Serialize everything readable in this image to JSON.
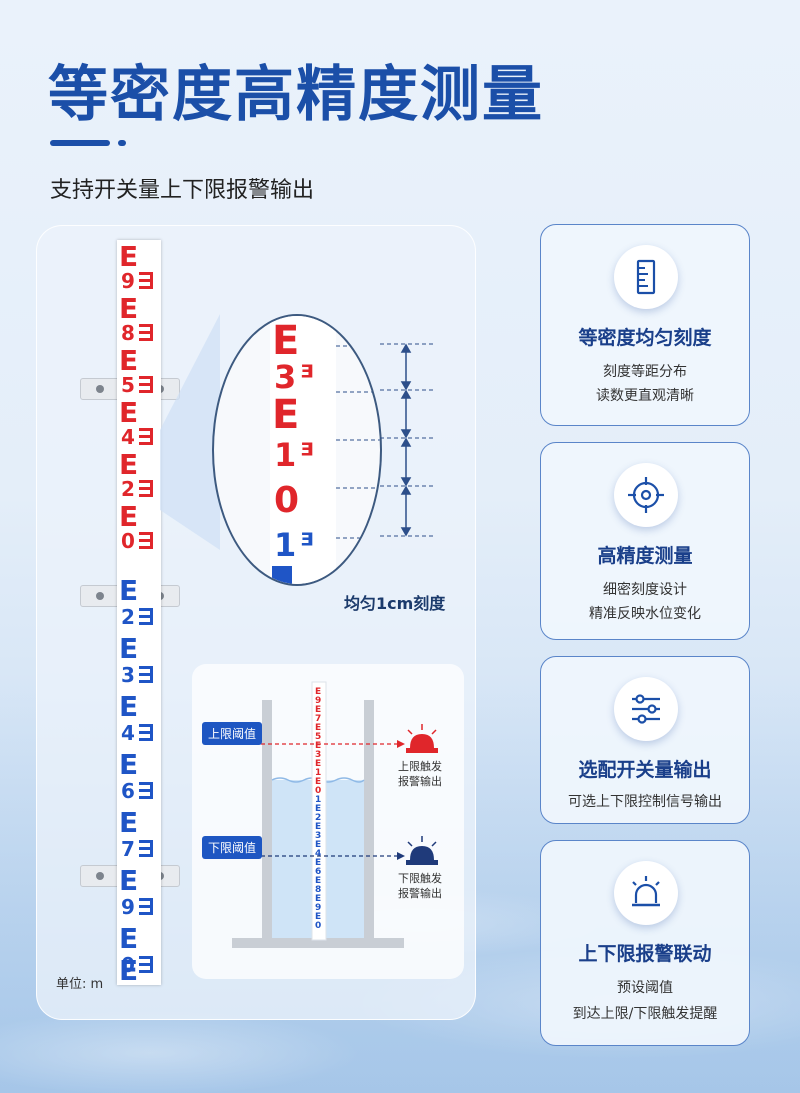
{
  "title": "等密度高精度测量",
  "subtitle": "支持开关量上下限报警输出",
  "ruler": {
    "unit_label": "单位: m",
    "red_digits": [
      "9",
      "8",
      "5",
      "4",
      "2",
      "0"
    ],
    "blue_digits": [
      "2",
      "3",
      "4",
      "6",
      "7",
      "9",
      "0"
    ],
    "red_color": "#e0262b",
    "blue_color": "#1f55c6"
  },
  "zoom": {
    "digits": [
      "3",
      "1",
      "0",
      "1"
    ],
    "label": "均匀1cm刻度"
  },
  "diagram": {
    "upper_tag": "上限阈值",
    "lower_tag": "下限阈值",
    "upper_alarm": [
      "上限触发",
      "报警输出"
    ],
    "lower_alarm": [
      "下限触发",
      "报警输出"
    ]
  },
  "cards": [
    {
      "icon": "ruler-icon",
      "title": "等密度均匀刻度",
      "lines": [
        "刻度等距分布",
        "读数更直观清晰"
      ]
    },
    {
      "icon": "crosshair-icon",
      "title": "高精度测量",
      "lines": [
        "细密刻度设计",
        "精准反映水位变化"
      ]
    },
    {
      "icon": "sliders-icon",
      "title": "选配开关量输出",
      "lines": [
        "可选上下限控制信号输出"
      ]
    },
    {
      "icon": "siren-icon",
      "title": "上下限报警联动",
      "lines": [
        "预设阈值",
        "到达上限/下限触发提醒"
      ]
    }
  ],
  "colors": {
    "accent": "#1b4fa8",
    "card_border": "#5a85c9",
    "tag_bg": "#1e56c2"
  }
}
